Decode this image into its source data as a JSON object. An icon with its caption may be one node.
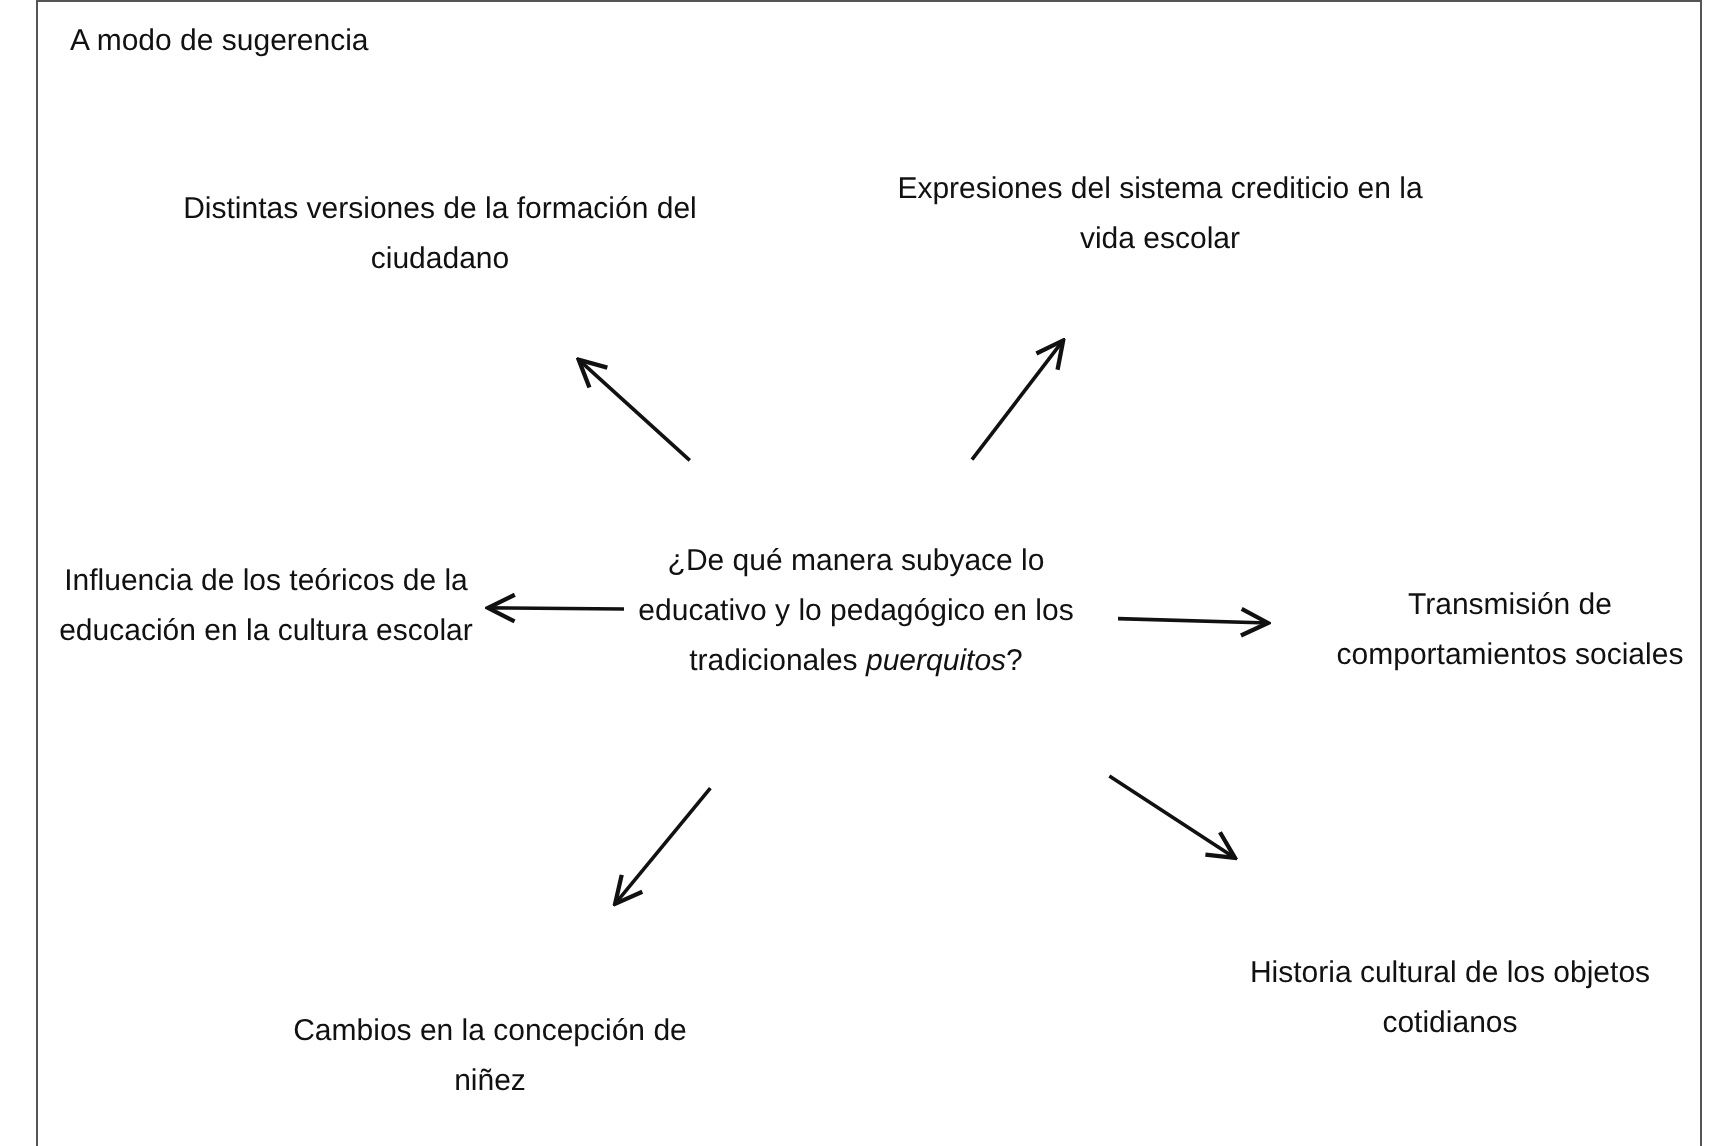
{
  "diagram": {
    "nodes": [
      {
        "text": [
          "Expresiones del sistema crediticio en la vida escolar"
        ]
      },
      {
        "text": [
          "Distintas versiones de la formación del ciudadano"
        ]
      },
      {
        "text": [
          "¿De qué manera subyace lo educativo y lo pedagógico en los tradicionales *puerquitos*?"
        ]
      },
      {
        "text": [
          "Influencia de los teóricos de la educación en la cultura escolar"
        ]
      },
      {
        "text": [
          "Transmisión de comportamientos sociales"
        ]
      },
      {
        "text": [
          "Cambios en la concepción de niñez"
        ]
      },
      {
        "text": [
          "Historia cultural de los objetos cotidianos"
        ]
      }
    ],
    "edges": [
      {
        "from": 2,
        "to": 1,
        "arrow": "to"
      },
      {
        "from": 2,
        "to": 0,
        "arrow": "to"
      },
      {
        "from": 2,
        "to": 3,
        "arrow": "to"
      },
      {
        "from": 2,
        "to": 4,
        "arrow": "to"
      },
      {
        "from": 2,
        "to": 5,
        "arrow": "to"
      },
      {
        "from": 2,
        "to": 6,
        "arrow": "to"
      }
    ],
    "labels": [
      "A modo de sugerencia"
    ]
  }
}
